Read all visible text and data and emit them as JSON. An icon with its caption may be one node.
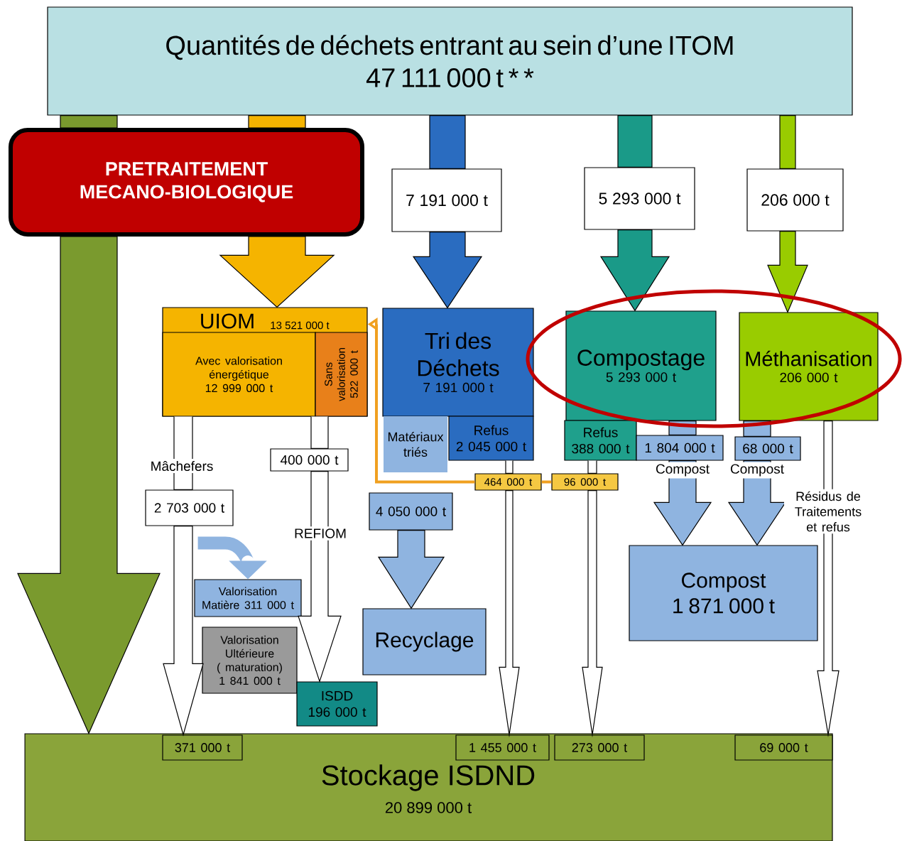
{
  "diagram": {
    "nodes": [
      {
        "text": [
          "Quantités de déchets entrant au sein d’une ITOM",
          "47 111 000 t * *"
        ]
      },
      {
        "text": [
          "PRETRAITEMENT MECANO-BIOLOGIQUE"
        ]
      },
      {
        "text": [
          "7 191 000 t"
        ]
      },
      {
        "text": [
          "5 293 000 t"
        ]
      },
      {
        "text": [
          "206 000 t"
        ]
      },
      {
        "text": [
          "UIOM",
          "13 521 000 t"
        ]
      },
      {
        "text": [
          "Avec valorisation énergétique",
          "12 999 000 t"
        ],
        "in": 5
      },
      {
        "text": [
          "Sans valorisation",
          "522 000 t"
        ],
        "in": 5
      },
      {
        "text": [
          "Tri des Déchets",
          "7 191 000 t"
        ]
      },
      {
        "text": [
          "Compostage",
          "5 293 000 t"
        ]
      },
      {
        "text": [
          "Méthanisation",
          "206 000 t"
        ]
      },
      {
        "text": [
          "Matériaux triés"
        ]
      },
      {
        "text": [
          "Refus",
          "2 045 000 t"
        ]
      },
      {
        "text": [
          "Refus",
          "388 000 t"
        ]
      },
      {
        "text": [
          "1 804 000 t"
        ]
      },
      {
        "text": [
          "68 000 t"
        ]
      },
      {
        "text": [
          "400 000 t"
        ]
      },
      {
        "text": [
          "2 703 000 t"
        ]
      },
      {
        "text": [
          "464 000 t"
        ]
      },
      {
        "text": [
          "96 000 t"
        ]
      },
      {
        "text": [
          "4 050 000 t"
        ]
      },
      {
        "text": [
          "Valorisation Matière 311 000 t"
        ]
      },
      {
        "text": [
          "Valorisation Ultérieure",
          "( maturation)",
          "1 841 000 t"
        ]
      },
      {
        "text": [
          "ISDD",
          "196 000 t"
        ]
      },
      {
        "text": [
          "Recyclage"
        ]
      },
      {
        "text": [
          "Compost",
          "1 871 000 t"
        ]
      },
      {
        "text": [
          "Stockage ISDND",
          "20 899 000 t"
        ]
      },
      {
        "text": [
          "371 000 t"
        ],
        "in": 26
      },
      {
        "text": [
          "1 455 000 t"
        ],
        "in": 26
      },
      {
        "text": [
          "273 000 t"
        ],
        "in": 26
      },
      {
        "text": [
          "69 000 t"
        ],
        "in": 26
      }
    ],
    "edges": [
      {
        "from": 0,
        "to": 1,
        "arrow": "none",
        "color": "#7a9a2e"
      },
      {
        "from": 1,
        "to": 26,
        "arrow": "to",
        "color": "#7a9a2e"
      },
      {
        "from": 0,
        "to": 1,
        "arrow": "none",
        "color": "#f5b400"
      },
      {
        "from": 1,
        "to": 5,
        "arrow": "to",
        "color": "#f5b400"
      },
      {
        "from": 0,
        "to": 2,
        "arrow": "none",
        "color": "#2a6cc0"
      },
      {
        "from": 2,
        "to": 8,
        "arrow": "to",
        "color": "#2a6cc0"
      },
      {
        "from": 0,
        "to": 3,
        "arrow": "none",
        "color": "#1a9a88"
      },
      {
        "from": 3,
        "to": 9,
        "arrow": "to",
        "color": "#1a9a88"
      },
      {
        "from": 0,
        "to": 4,
        "arrow": "none",
        "color": "#99cc00"
      },
      {
        "from": 4,
        "to": 10,
        "arrow": "to",
        "color": "#99cc00"
      },
      {
        "from": 20,
        "to": 24,
        "arrow": "to",
        "color": "#8fb4e0"
      },
      {
        "from": 9,
        "to": 14,
        "arrow": "none",
        "color": "#8fb4e0"
      },
      {
        "from": 14,
        "to": 25,
        "arrow": "to",
        "color": "#8fb4e0",
        "label": "Compost"
      },
      {
        "from": 10,
        "to": 15,
        "arrow": "none",
        "color": "#8fb4e0"
      },
      {
        "from": 15,
        "to": 25,
        "arrow": "to",
        "color": "#8fb4e0",
        "label": "Compost"
      },
      {
        "from": 17,
        "to": 21,
        "arrow": "to",
        "color": "#8fb4e0",
        "style": "thick"
      },
      {
        "from": 6,
        "to": 17,
        "arrow": "none",
        "label": "Mâchefers"
      },
      {
        "from": 17,
        "to": 27,
        "arrow": "to"
      },
      {
        "from": 5,
        "to": 16,
        "arrow": "none"
      },
      {
        "from": 16,
        "to": 23,
        "arrow": "to",
        "label": "REFIOM"
      },
      {
        "from": 12,
        "to": 18,
        "arrow": "none"
      },
      {
        "from": 18,
        "to": 28,
        "arrow": "to"
      },
      {
        "from": 13,
        "to": 19,
        "arrow": "none"
      },
      {
        "from": 19,
        "to": 29,
        "arrow": "to"
      },
      {
        "from": 10,
        "to": 30,
        "arrow": "to",
        "label": "Résidus de Traitements et refus"
      },
      {
        "from": 18,
        "to": 5,
        "arrow": "to",
        "color": "#f0a020"
      },
      {
        "from": 19,
        "to": 18,
        "arrow": "none",
        "color": "#f0a020"
      }
    ]
  }
}
